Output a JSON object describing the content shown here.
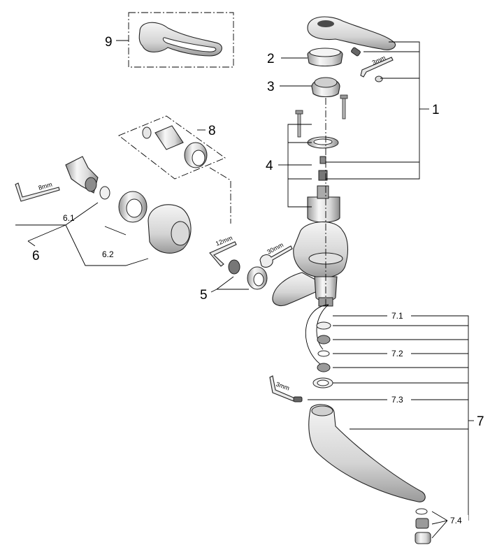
{
  "callouts": {
    "c1": "1",
    "c2": "2",
    "c3": "3",
    "c4": "4",
    "c5": "5",
    "c6": "6",
    "c6_1": "6.1",
    "c6_2": "6.2",
    "c7": "7",
    "c7_1": "7.1",
    "c7_2": "7.2",
    "c7_3": "7.3",
    "c7_4": "7.4",
    "c8": "8",
    "c9": "9"
  },
  "tools": {
    "hex_3mm_top": "3mm",
    "hex_8mm": "8mm",
    "hex_12mm": "12mm",
    "wrench_30mm": "30mm",
    "hex_3mm_spout": "3mm"
  },
  "colors": {
    "part_fill": "#f2f2f2",
    "part_shade": "#cfcfcf",
    "dark": "#555555",
    "line": "#000000"
  }
}
